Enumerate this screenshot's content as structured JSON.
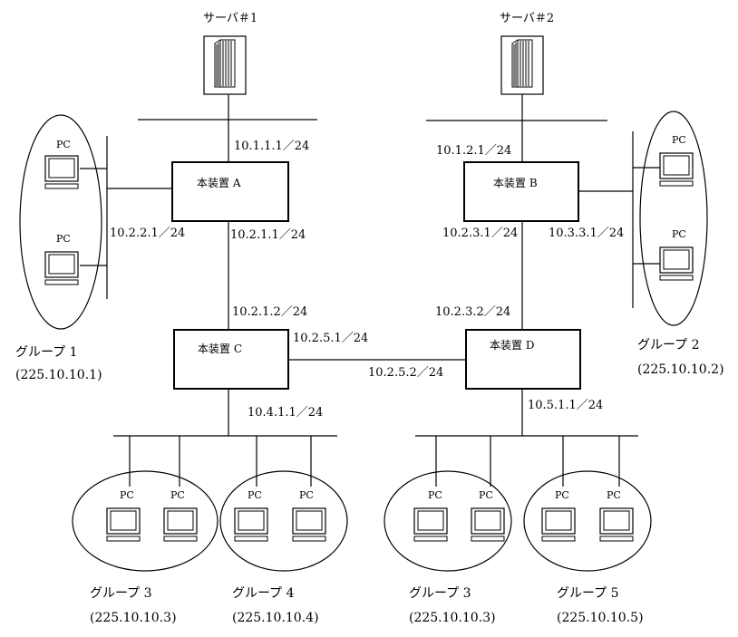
{
  "servers": [
    "サーバ＃1",
    "サーバ＃2"
  ],
  "devices": {
    "a": "本装置 A",
    "b": "本装置 B",
    "c": "本装置 C",
    "d": "本装置 D"
  },
  "pc_label": "PC",
  "addresses": {
    "a_top": "10.1.1.1／24",
    "a_left": "10.2.2.1／24",
    "a_bottom": "10.2.1.1／24",
    "b_top": "10.1.2.1／24",
    "b_bottom": "10.2.3.1／24",
    "b_right": "10.3.3.1／24",
    "c_top": "10.2.1.2／24",
    "c_right": "10.2.5.1／24",
    "c_bottom": "10.4.1.1／24",
    "d_top": "10.2.3.2／24",
    "d_left": "10.2.5.2／24",
    "d_bottom": "10.5.1.1／24"
  },
  "groups": [
    {
      "name": "グループ 1",
      "address": "(225.10.10.1)"
    },
    {
      "name": "グループ 2",
      "address": "(225.10.10.2)"
    },
    {
      "name": "グループ 3",
      "address": "(225.10.10.3)"
    },
    {
      "name": "グループ 4",
      "address": "(225.10.10.4)"
    },
    {
      "name": "グループ 3",
      "address": "(225.10.10.3)"
    },
    {
      "name": "グループ 5",
      "address": "(225.10.10.5)"
    }
  ]
}
